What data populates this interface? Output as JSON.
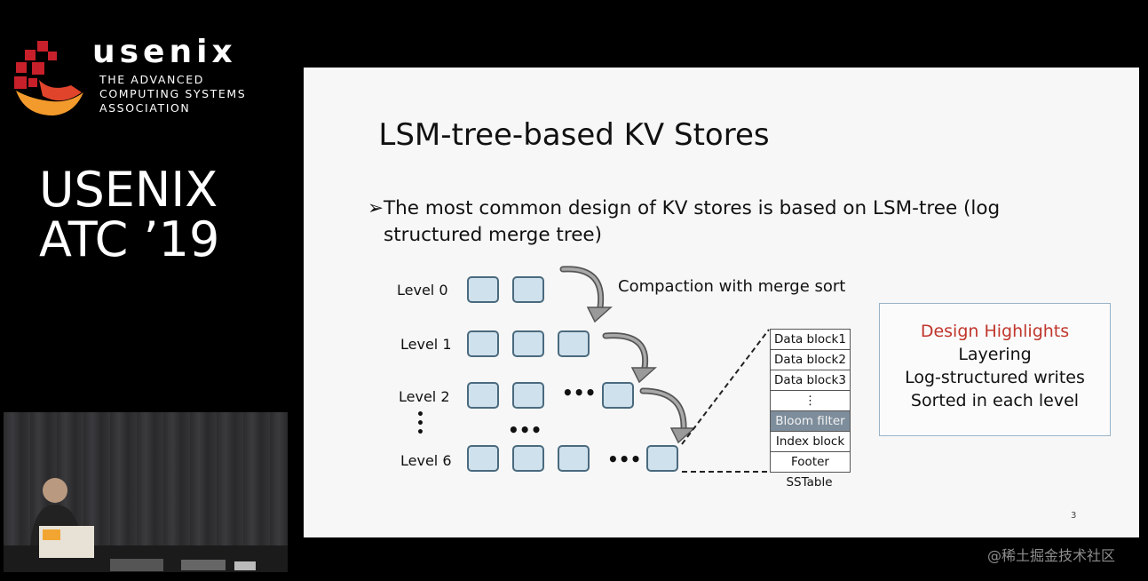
{
  "branding": {
    "logo_word": "usenix",
    "association_lines": [
      "THE ADVANCED",
      "COMPUTING SYSTEMS",
      "ASSOCIATION"
    ],
    "conference_lines": [
      "USENIX",
      "ATC ’19"
    ]
  },
  "slide": {
    "title": "LSM-tree-based KV Stores",
    "bullet_marker": "➢",
    "bullet_lines": [
      "The most common design of KV stores is based on LSM-tree (log",
      "structured merge tree)"
    ],
    "levels": [
      "Level 0",
      "Level 1",
      "Level 2",
      "Level 6"
    ],
    "compaction_label": "Compaction with merge sort",
    "sstable": {
      "rows": [
        "Data block1",
        "Data block2",
        "Data block3",
        "⋮",
        "Bloom filter",
        "Index block",
        "Footer"
      ],
      "label": "SSTable"
    },
    "highlights": {
      "title": "Design Highlights",
      "items": [
        "Layering",
        "Log-structured writes",
        "Sorted in each level"
      ]
    },
    "page_number": "3"
  },
  "watermark": "@稀土掘金技术社区",
  "colors": {
    "background": "#000000",
    "slide_bg": "#f7f7f7",
    "block_fill": "#cfe1ec",
    "block_border": "#4a6a7e",
    "highlight_title": "#c0362c",
    "logo_red": "#c8202a",
    "logo_orange": "#f39a2c"
  },
  "icons": [
    "usenix-logo-icon",
    "compaction-arrow-icon"
  ]
}
